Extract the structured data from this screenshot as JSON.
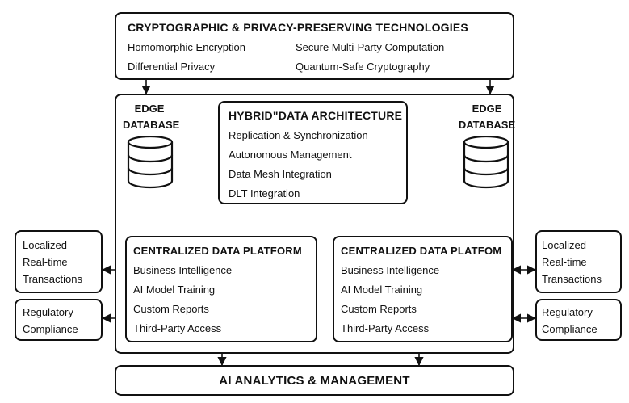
{
  "crypto": {
    "title": "CRYPTOGRAPHIC & PRIVACY-PRESERVING TECHNOLOGIES",
    "items": [
      "Homomorphic Encryption",
      "Secure Multi-Party Computation",
      "Differential Privacy",
      "Quantum-Safe Cryptography"
    ]
  },
  "edge_left": {
    "label_line1": "EDGE",
    "label_line2": "DATABASE"
  },
  "edge_right": {
    "label_line1": "EDGE",
    "label_line2": "DATABASE"
  },
  "hybrid": {
    "title": "HYBRID\"DATA ARCHITECTURE",
    "items": [
      "Replication & Synchronization",
      "Autonomous Management",
      "Data Mesh Integration",
      "DLT Integration"
    ]
  },
  "central_left": {
    "title": "CENTRALIZED DATA PLATFORM",
    "items": [
      "Business Intelligence",
      "AI Model Training",
      "Custom Reports",
      "Third-Party Access"
    ]
  },
  "central_right": {
    "title": "CENTRALIZED DATA PLATFOM",
    "items": [
      "Business Intelligence",
      "AI Model Training",
      "Custom Reports",
      "Third-Party Access"
    ]
  },
  "left_side": {
    "transactions": [
      "Localized",
      "Real-time",
      "Transactions"
    ],
    "compliance": [
      "Regulatory",
      "Compliance"
    ]
  },
  "right_side": {
    "transactions": [
      "Localized",
      "Real-time",
      "Transactions"
    ],
    "compliance": [
      "Regulatory",
      "Compliance"
    ]
  },
  "analytics": {
    "title": "AI ANALYTICS & MANAGEMENT"
  },
  "colors": {
    "stroke": "#111111",
    "background": "#ffffff"
  }
}
